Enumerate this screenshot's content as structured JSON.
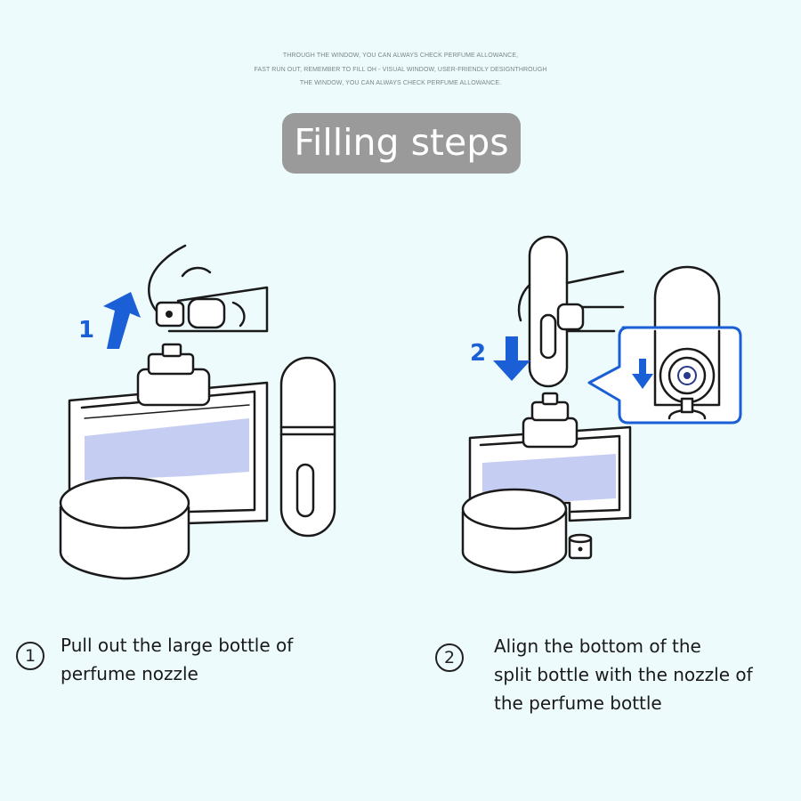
{
  "note": {
    "line1": "THROUGH THE WINDOW, YOU CAN ALWAYS CHECK PERFUME ALLOWANCE,",
    "line2": "FAST RUN OUT, REMEMBER TO FILL OH - VISUAL WINDOW, USER-FRIENDLY DESIGNTHROUGH",
    "line3": "THE WINDOW, YOU CAN ALWAYS CHECK PERFUME ALLOWANCE."
  },
  "title": "Filling steps",
  "steps": [
    {
      "badge": "1",
      "number": "1",
      "lines": [
        "Pull out the large bottle of",
        "perfume nozzle"
      ]
    },
    {
      "badge": "2",
      "number": "2",
      "lines": [
        "Align the bottom of the",
        "split bottle with the nozzle of",
        "the perfume bottle"
      ]
    }
  ],
  "colors": {
    "background": "#eefbfd",
    "accent": "#1a5fd6",
    "liquid": "#c6cdf2",
    "title_bg": "#9a9a9a"
  }
}
